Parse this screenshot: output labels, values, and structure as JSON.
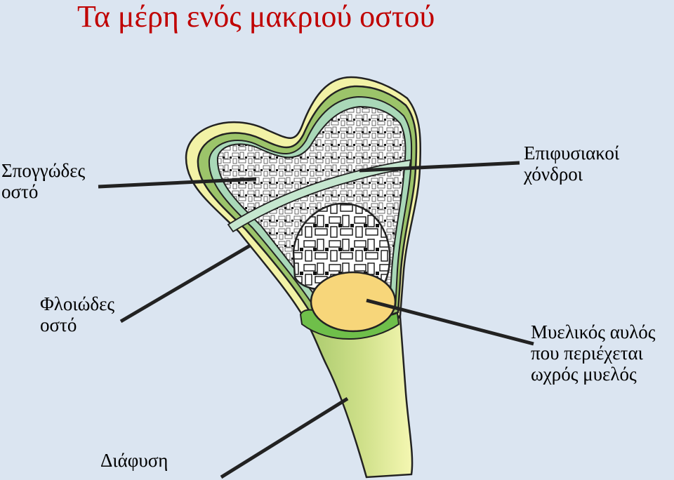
{
  "title": "Τα μέρη ενός μακριού οστού",
  "labels": {
    "spongy_bone": [
      "Σπογγώδες",
      "οστό"
    ],
    "epiphyseal_cartilage": [
      "Επιφυσιακοί",
      "χόνδροι"
    ],
    "compact_bone": [
      "Φλοιώδες",
      "οστό"
    ],
    "medullary_canal": [
      "Μυελικός αυλός",
      "που περιέχεται",
      "ωχρός μυελός"
    ],
    "diaphysis": [
      "Διάφυση"
    ]
  },
  "colors": {
    "background": "#dbe5f1",
    "title": "#c00000",
    "outer_bone": "#f2f2a6",
    "compact_bone": "#9cc46a",
    "cartilage": "#a9d8b8",
    "shaft_light": "#eef4a8",
    "shaft_green": "#a6c86a",
    "marrow": "#f7d67a",
    "marrow_green": "#6fbf4a"
  }
}
